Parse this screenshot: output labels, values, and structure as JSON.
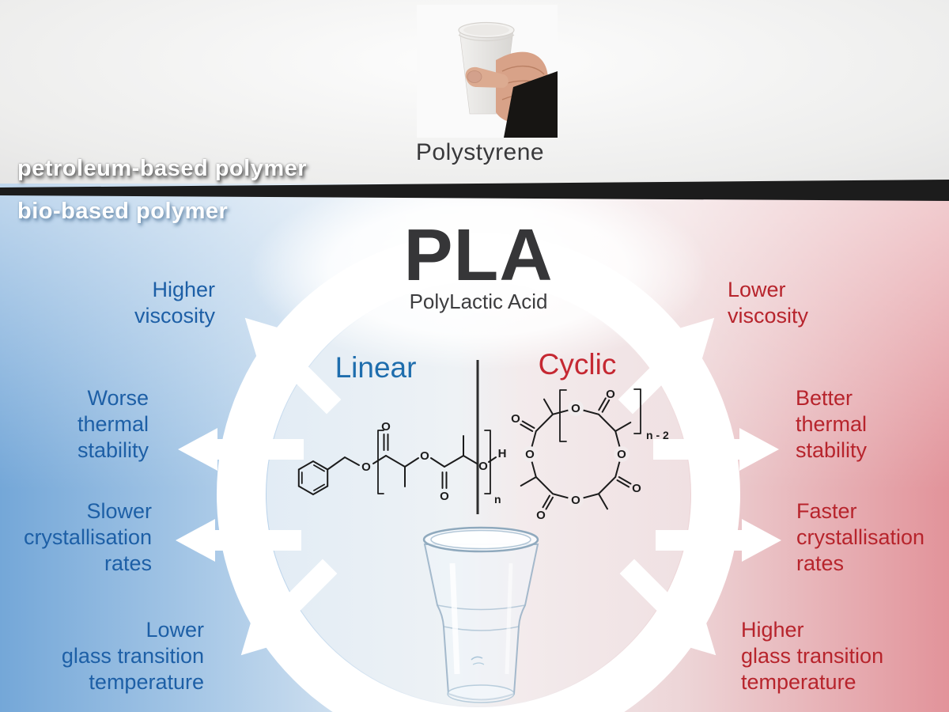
{
  "palette": {
    "blue_text": "#1d5fa6",
    "red_text": "#b7242c",
    "linear_blue": "#1e6dad",
    "cyclic_red": "#c52832",
    "title_dark": "#363638",
    "divider_black": "#1c1c1c",
    "ring_white": "#ffffff"
  },
  "top_section": {
    "band_label": "petroleum-based polymer",
    "photo_label": "Polystyrene"
  },
  "bottom_section": {
    "band_label": "bio-based polymer",
    "title": "PLA",
    "subtitle": "PolyLactic Acid",
    "linear": {
      "label": "Linear"
    },
    "cyclic": {
      "label": "Cyclic"
    },
    "structures": {
      "oxygen": "O",
      "hydrogen": "H",
      "linear_subscript": "n",
      "cyclic_subscript": "n - 2"
    },
    "left_properties": [
      "Higher\nviscosity",
      "Worse\nthermal\nstability",
      "Slower\ncrystallisation\nrates",
      "Lower\nglass transition\ntemperature"
    ],
    "right_properties": [
      "Lower\nviscosity",
      "Better\nthermal\nstability",
      "Faster\ncrystallisation\nrates",
      "Higher\nglass transition\ntemperature"
    ]
  }
}
